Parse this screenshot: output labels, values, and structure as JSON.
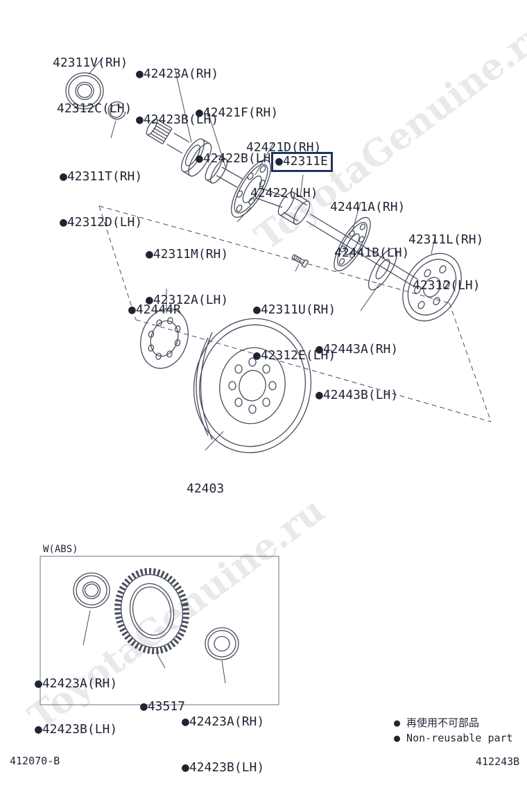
{
  "watermark": "ToyotaGenuine.ru",
  "codes": {
    "left": "412070-B",
    "right": "412243B"
  },
  "legend": {
    "jp": "● 再使用不可部品",
    "en": "● Non-reusable part"
  },
  "abs_group": {
    "label": "W(ABS)"
  },
  "labels": {
    "bearing_v": {
      "l1": "42311V(RH)",
      "l2": "42312C(LH)"
    },
    "bearing_a_top": {
      "l1": "●42423A(RH)",
      "l2": "●42423B(LH)"
    },
    "race_f": {
      "l1": "●42421F(RH)",
      "l2": "●42422B(LH)"
    },
    "shaft_d": {
      "l1": "42421D(RH)",
      "l2": "42422(LH)"
    },
    "ring_t": {
      "l1": "●42311T(RH)",
      "l2": "●42312D(LH)"
    },
    "spacer_e": {
      "l1": "●42311E"
    },
    "plate_a": {
      "l1": "42441A(RH)",
      "l2": "42441B(LH)"
    },
    "shaft_l": {
      "l1": "42311L(RH)",
      "l2": "42312(LH)"
    },
    "seal_m": {
      "l1": "●42311M(RH)",
      "l2": "●42312A(LH)"
    },
    "gasket_r": {
      "l1": "●42444R"
    },
    "stud_u": {
      "l1": "●42311U(RH)",
      "l2": "●42312E(LH)"
    },
    "washer_a": {
      "l1": "●42443A(RH)",
      "l2": "●42443B(LH)"
    },
    "drum": {
      "l1": "42403"
    },
    "abs_bearing": {
      "l1": "●42423A(RH)",
      "l2": "●42423B(LH)"
    },
    "tone_ring": {
      "l1": "●43517"
    },
    "abs_seal": {
      "l1": "●42423A(RH)",
      "l2": "●42423B(LH)"
    }
  }
}
